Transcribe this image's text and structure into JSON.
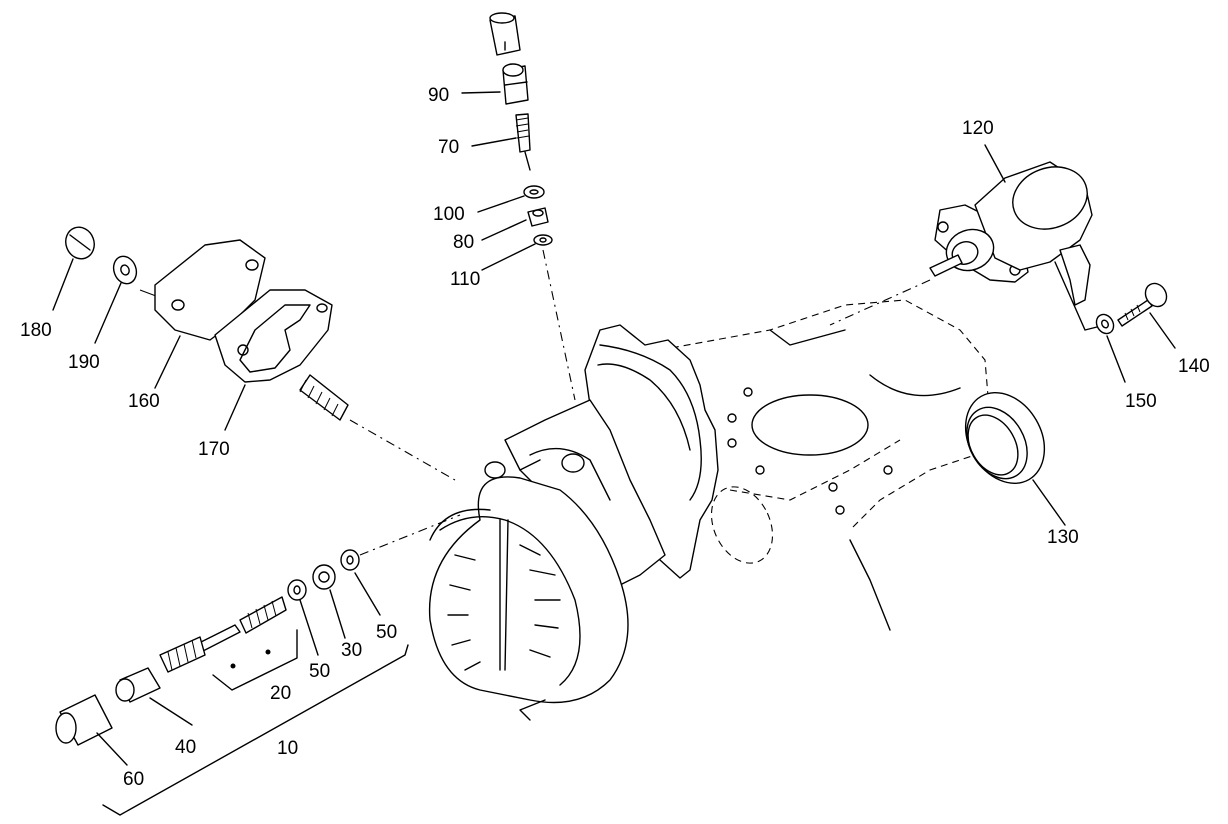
{
  "callouts": {
    "c10": "10",
    "c20": "20",
    "c30": "30",
    "c40": "40",
    "c50a": "50",
    "c50b": "50",
    "c60": "60",
    "c70": "70",
    "c80": "80",
    "c90": "90",
    "c100": "100",
    "c110": "110",
    "c120": "120",
    "c130": "130",
    "c140": "140",
    "c150": "150",
    "c160": "160",
    "c170": "170",
    "c180": "180",
    "c190": "190"
  }
}
